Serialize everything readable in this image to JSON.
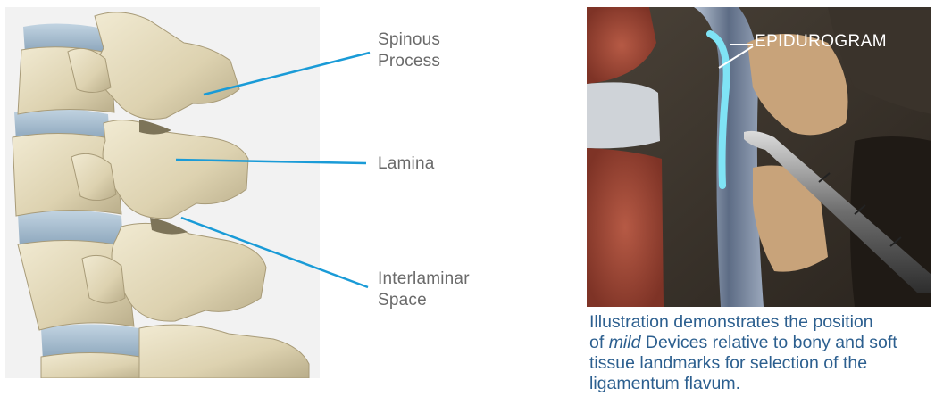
{
  "labels": {
    "spinous": [
      "Spinous",
      "Process"
    ],
    "lamina": "Lamina",
    "interlaminar": [
      "Interlaminar",
      "Space"
    ]
  },
  "surgery": {
    "overlay_text": "EPIDUROGRAM"
  },
  "caption": {
    "line1": "Illustration demonstrates the position",
    "line2_prefix": "of ",
    "line2_italic": "mild",
    "line2_suffix": " Devices relative to bony and soft",
    "line3": "tissue landmarks for selection of the",
    "line4": "ligamentum flavum."
  },
  "colors": {
    "leader_line": "#1a9bd7",
    "label_text": "#6a6a6a",
    "caption_text": "#2c5f8f",
    "bone": "#e8dfc2",
    "disc": "#9fb7c9",
    "marrow": "#a84a3a"
  }
}
